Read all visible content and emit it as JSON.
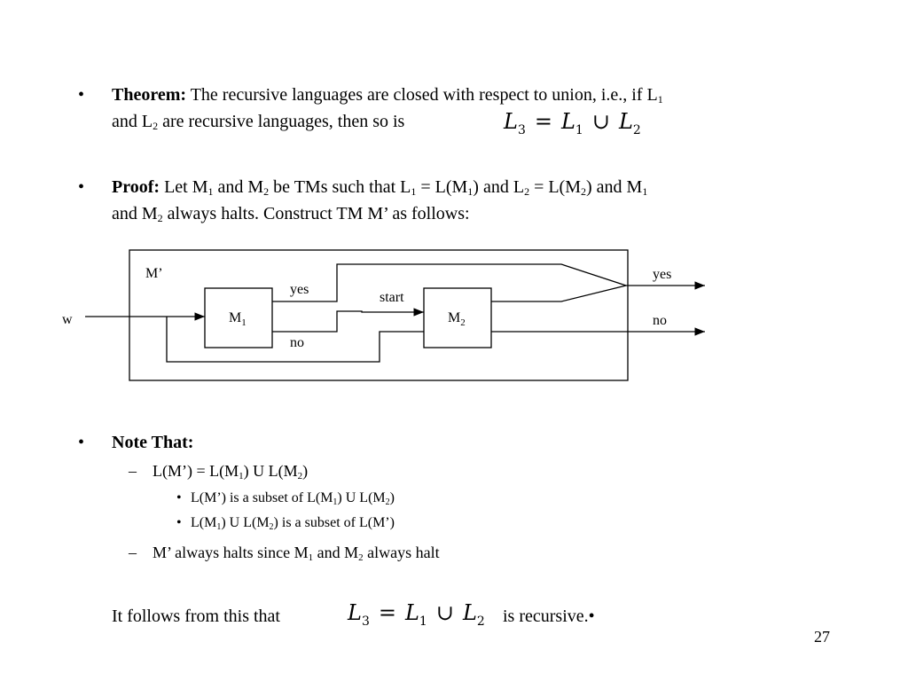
{
  "theorem": {
    "label": "Theorem:",
    "line1": "The recursive languages are closed with respect to union, i.e., if L",
    "line1_sub": "1",
    "line2_a": "and L",
    "line2_sub": "2",
    "line2_b": " are recursive languages, then so is"
  },
  "proof": {
    "label": "Proof:",
    "t1": " Let M",
    "s1": "1",
    "t2": " and M",
    "s2": "2",
    "t3": " be TMs such that L",
    "s3": "1",
    "t4": " = L(M",
    "s4": "1",
    "t5": ") and L",
    "s5": "2",
    "t6": " = L(M",
    "s6": "2",
    "t7": ") and M",
    "s7": "1",
    "t8": "and M",
    "s8": "2",
    "t9": " always halts. Construct TM M’ as follows:"
  },
  "formula": {
    "lhs": "L",
    "lhs_sub": "3",
    "eq": "=",
    "a": "L",
    "a_sub": "1",
    "union": "∪",
    "b": "L",
    "b_sub": "2"
  },
  "diagram": {
    "machine_label": "M’",
    "input": "w",
    "m1": "M",
    "m1_sub": "1",
    "m2": "M",
    "m2_sub": "2",
    "yes_inner": "yes",
    "no_inner": "no",
    "start": "start",
    "yes_out": "yes",
    "no_out": "no"
  },
  "note": {
    "label": "Note That:",
    "sub1": {
      "a": "L(M’) = L(M",
      "s1": "1",
      "b": ") U L(M",
      "s2": "2",
      "c": ")"
    },
    "sub1_i": {
      "a": "L(M’) is a subset of L(M",
      "s1": "1",
      "b": ") U L(M",
      "s2": "2",
      "c": ")"
    },
    "sub1_ii": {
      "a": "L(M",
      "s1": "1",
      "b": ") U L(M",
      "s2": "2",
      "c": ") is a subset of L(M’)"
    },
    "sub2": {
      "a": "M’ always halts since M",
      "s1": "1",
      "b": " and M",
      "s2": "2",
      "c": " always halt"
    }
  },
  "conclusion": {
    "before": "It follows from this that",
    "after": "is recursive.•"
  },
  "bullet_char": "•",
  "dash_char": "–",
  "page_number": "27"
}
